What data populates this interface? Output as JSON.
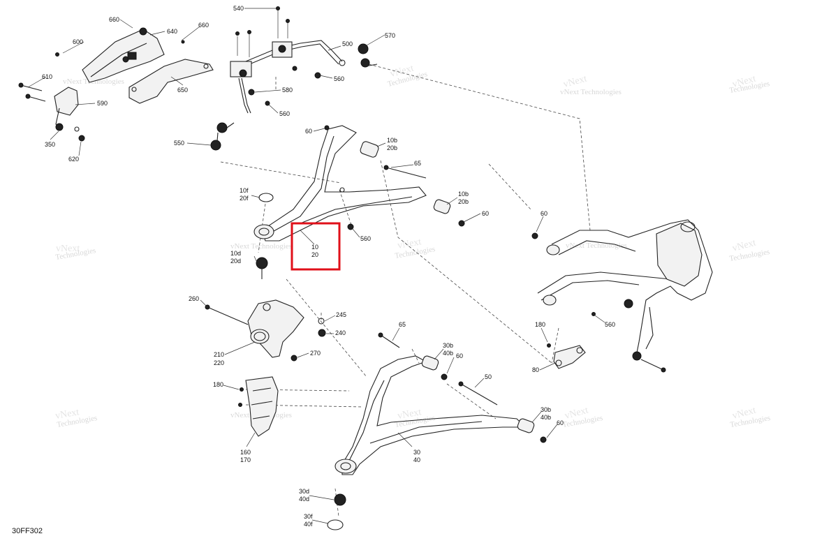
{
  "figure_code": "30FF302",
  "watermark": {
    "line1": "vNext",
    "line2": "Technologies",
    "combined": "vNext Technologies"
  },
  "highlight_color": "#e0101a",
  "labels": {
    "p540": "540",
    "p660a": "660",
    "p660b": "660",
    "p600": "600",
    "p640": "640",
    "p610": "610",
    "p590": "590",
    "p350": "350",
    "p620": "620",
    "p650": "650",
    "p500": "500",
    "p570": "570",
    "p560a": "560",
    "p580": "580",
    "p560b": "560",
    "p550": "550",
    "p60a": "60",
    "p10b_a": "10b",
    "p20b_a": "20b",
    "p65a": "65",
    "p10b_b": "10b",
    "p20b_b": "20b",
    "p60b": "60",
    "p10f": "10f",
    "p20f": "20f",
    "p560c": "560",
    "p10d": "10d",
    "p20d": "20d",
    "p10": "10",
    "p20": "20",
    "p260": "260",
    "p245": "245",
    "p240": "240",
    "p210": "210",
    "p220": "220",
    "p270": "270",
    "p65b": "65",
    "p30b_a": "30b",
    "p40b_a": "40b",
    "p60c": "60",
    "p180a": "180",
    "p50": "50",
    "p180b": "180",
    "p80": "80",
    "p60d": "60",
    "p560d": "560",
    "p30b_b": "30b",
    "p40b_b": "40b",
    "p60e": "60",
    "p160": "160",
    "p170": "170",
    "p30": "30",
    "p40": "40",
    "p30d": "30d",
    "p40d": "40d",
    "p30f": "30f",
    "p40f": "40f"
  }
}
